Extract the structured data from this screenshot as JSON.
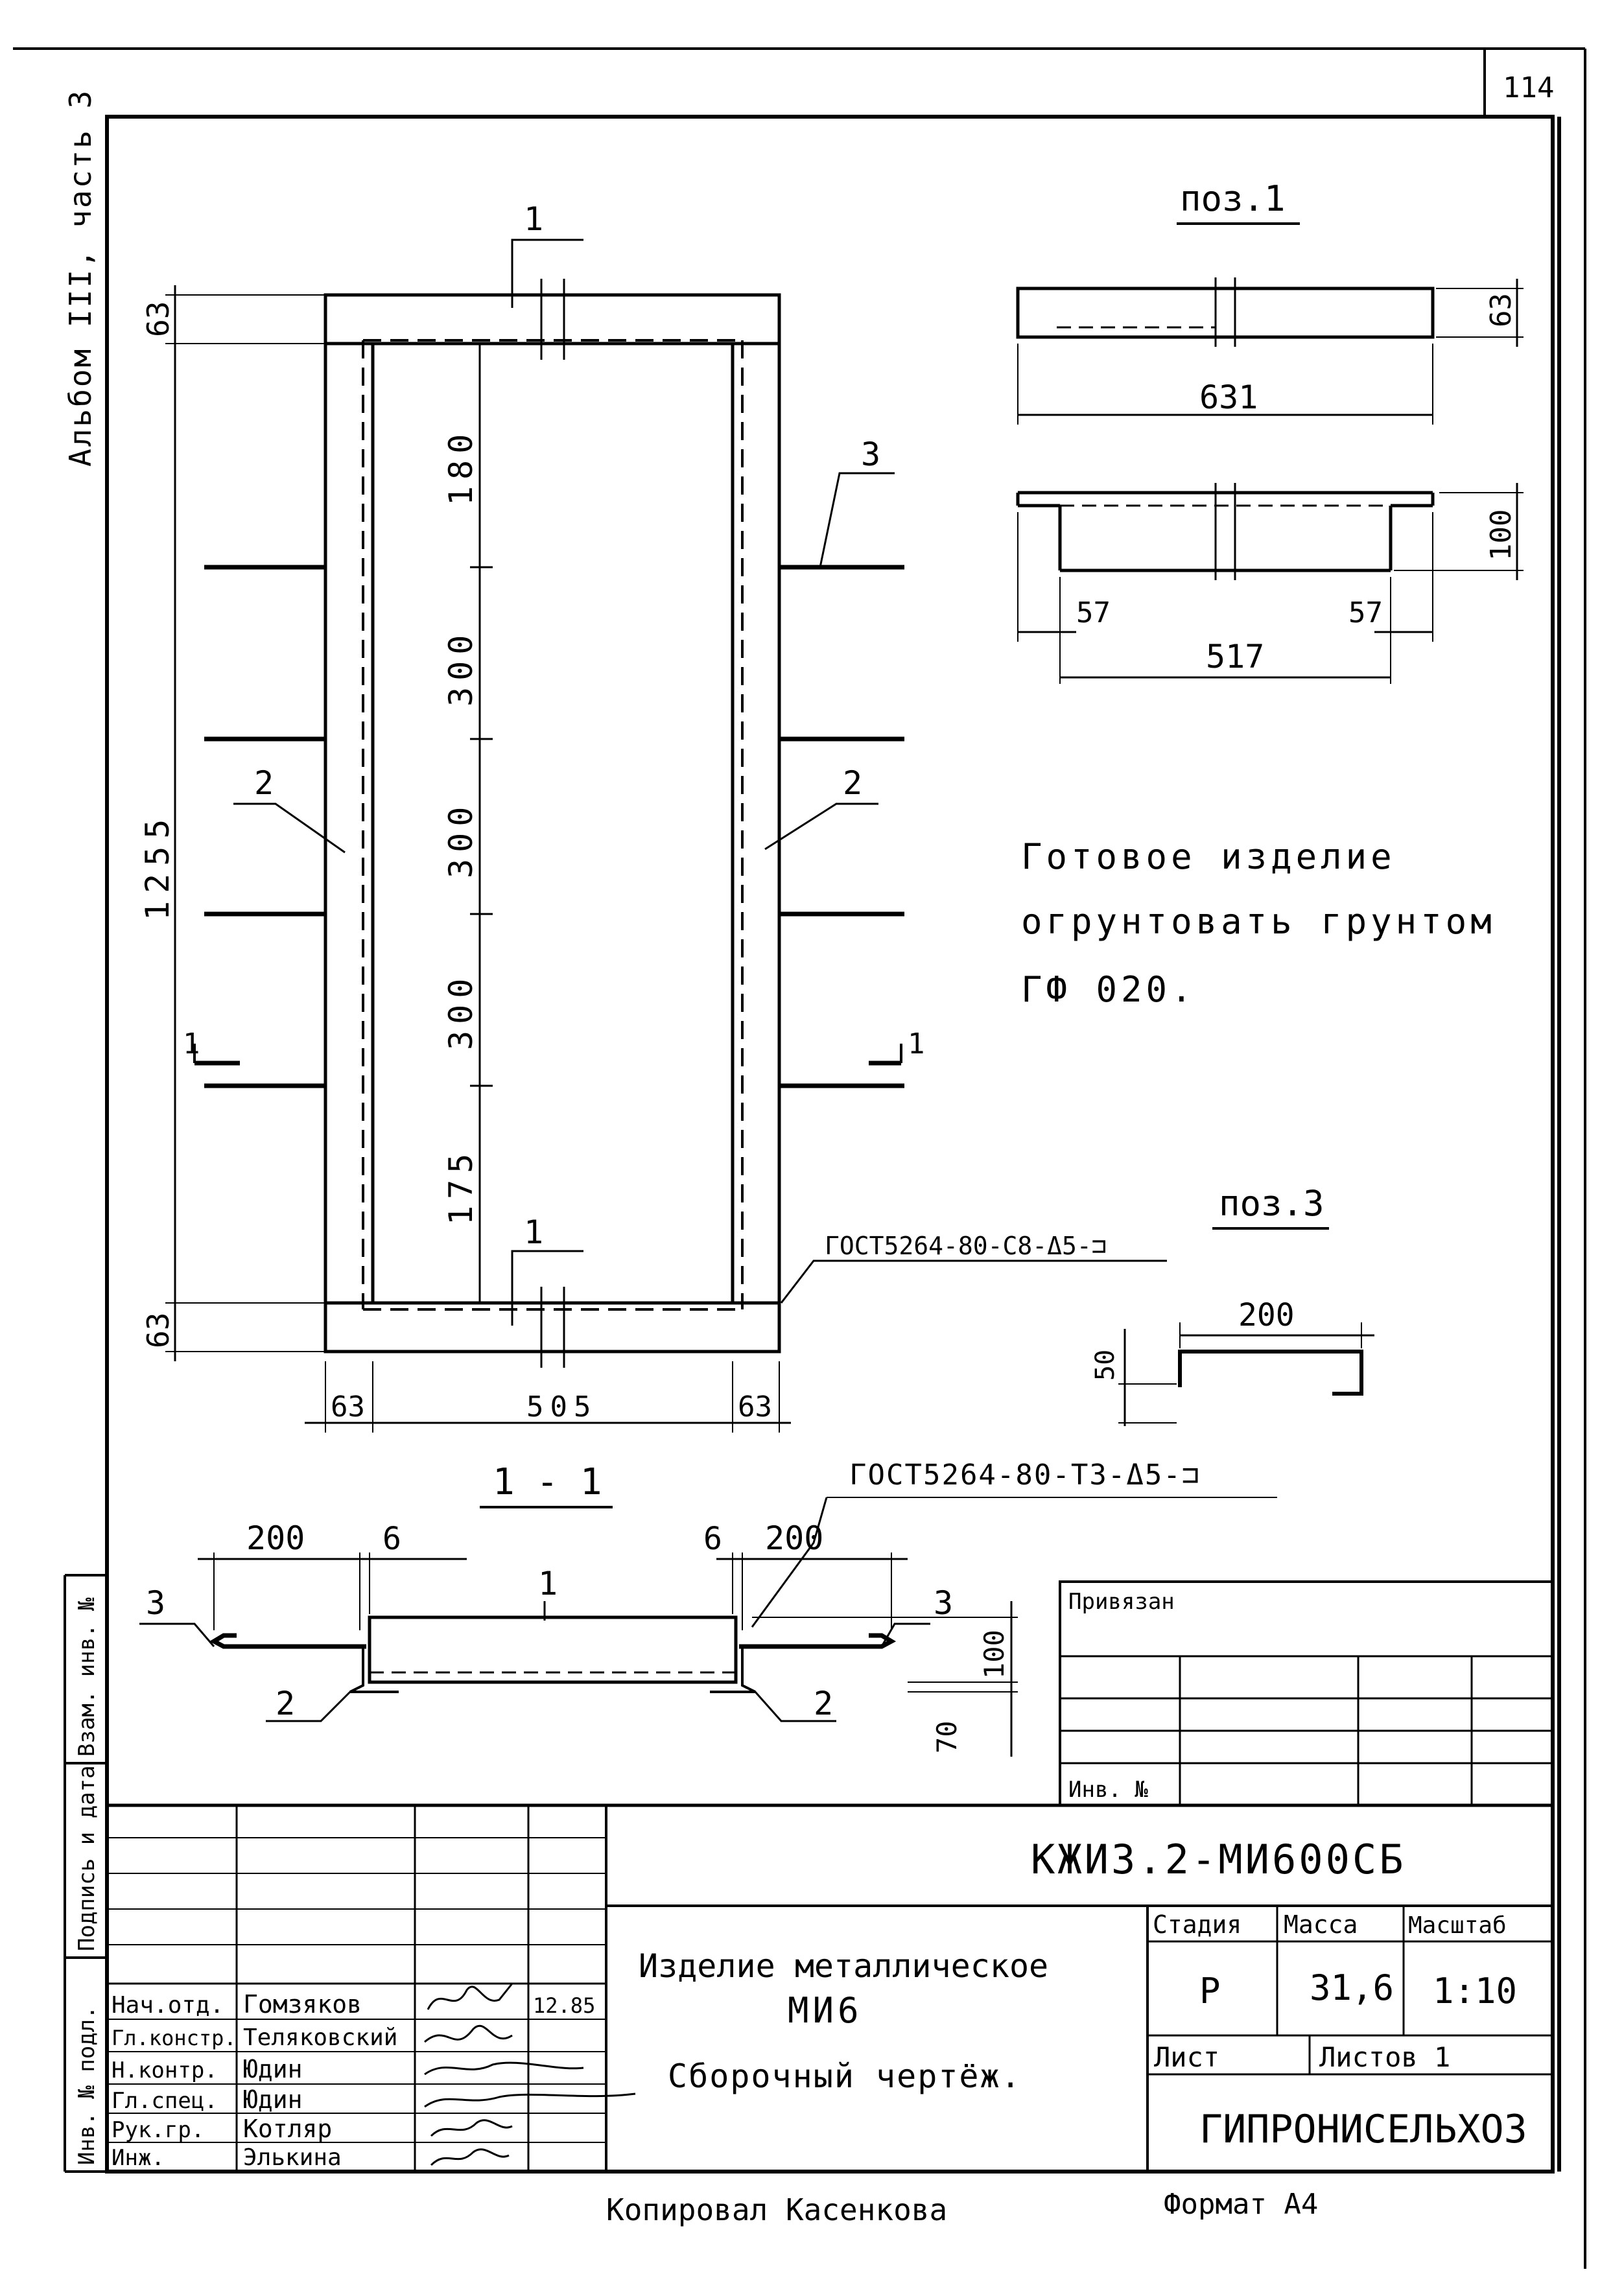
{
  "sheet_number": "114",
  "album_label": "Альбом III, часть 3",
  "main_view": {
    "dims_left": {
      "top": "63",
      "total": "1255",
      "bottom": "63"
    },
    "dims_inner": [
      "180",
      "300",
      "300",
      "300",
      "175"
    ],
    "dims_bottom": {
      "left": "63",
      "middle": "505",
      "right": "63"
    },
    "callouts": {
      "pos1_top": "1",
      "pos1_bottom": "1",
      "pos2_left": "2",
      "pos2_right": "2",
      "pos3": "3"
    },
    "section_marks": {
      "left": "1",
      "right": "1"
    },
    "weld_note": "ГОСТ5264-80-С8-Δ5-⊐"
  },
  "pos1": {
    "title": "поз.1",
    "dim_height_top": "63",
    "dim_length": "631",
    "dim_height": "100",
    "dim_left": "57",
    "dim_right": "57",
    "dim_inner": "517"
  },
  "pos3": {
    "title": "поз.3",
    "dim_length": "200",
    "dim_height": "50"
  },
  "note": {
    "line1": "Готовое изделие",
    "line2": "огрунтовать грунтом",
    "line3": "ГФ 020."
  },
  "section_1_1": {
    "title": "1 - 1",
    "weld_note": "ГОСТ5264-80-Т3-Δ5-⊐",
    "dim_left": "200",
    "dim_left_gap": "6",
    "dim_right_gap": "6",
    "dim_right": "200",
    "dim_height": "100",
    "dim_bottom": "70",
    "callouts": {
      "c3_left": "3",
      "c1": "1",
      "c3_right": "3",
      "c2_left": "2",
      "c2_right": "2"
    }
  },
  "side_stamp": {
    "col1": "Инв. № подл.",
    "col2": "Подпись и дата",
    "col3": "Взам. инв. №"
  },
  "attached_box": {
    "title": "Привязан",
    "inv_label": "Инв. №"
  },
  "title_block": {
    "code": "КЖИ3.2-МИ600СБ",
    "product_name": "Изделие металлическое",
    "product_mark": "МИ6",
    "drawing_type": "Сборочный чертёж.",
    "stage_label": "Стадия",
    "mass_label": "Масса",
    "scale_label": "Масштаб",
    "stage": "Р",
    "mass": "31,6",
    "scale": "1:10",
    "sheet_label": "Лист",
    "sheets_label": "Листов 1",
    "organization": "ГИПРОНИСЕЛЬХОЗ",
    "staff": [
      {
        "role": "Нач.отд.",
        "name": "Гомзяков",
        "date": "12.85"
      },
      {
        "role": "Гл.констр.",
        "name": "Теляковский",
        "date": ""
      },
      {
        "role": "Н.контр.",
        "name": "Юдин",
        "date": ""
      },
      {
        "role": "Гл.спец.",
        "name": "Юдин",
        "date": ""
      },
      {
        "role": "Рук.гр.",
        "name": "Котляр",
        "date": ""
      },
      {
        "role": "Инж.",
        "name": "Элькина",
        "date": ""
      }
    ]
  },
  "footer": {
    "copied": "Копировал Касенкова",
    "format": "Формат А4"
  }
}
